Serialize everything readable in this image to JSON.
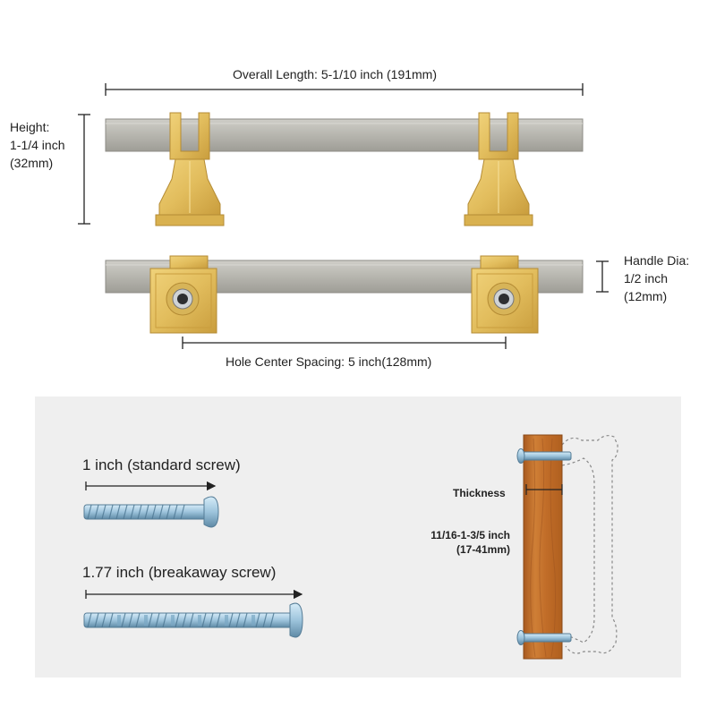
{
  "dimensions": {
    "overall_length": "Overall Length: 5-1/10 inch (191mm)",
    "height": "Height:\n1-1/4 inch\n(32mm)",
    "handle_dia": "Handle Dia:\n1/2 inch\n(12mm)",
    "hole_spacing": "Hole Center Spacing: 5 inch(128mm)"
  },
  "screws": {
    "standard": "1 inch (standard screw)",
    "breakaway": "1.77 inch (breakaway screw)"
  },
  "door": {
    "thickness_label": "Thickness",
    "thickness_value": "11/16-1-3/5 inch\n(17-41mm)"
  },
  "colors": {
    "bar": "#b9b8b1",
    "brass": "#e2bd5d",
    "wood": "#c6722c",
    "panel": "#efefef",
    "screw": "#9dc4dc"
  }
}
